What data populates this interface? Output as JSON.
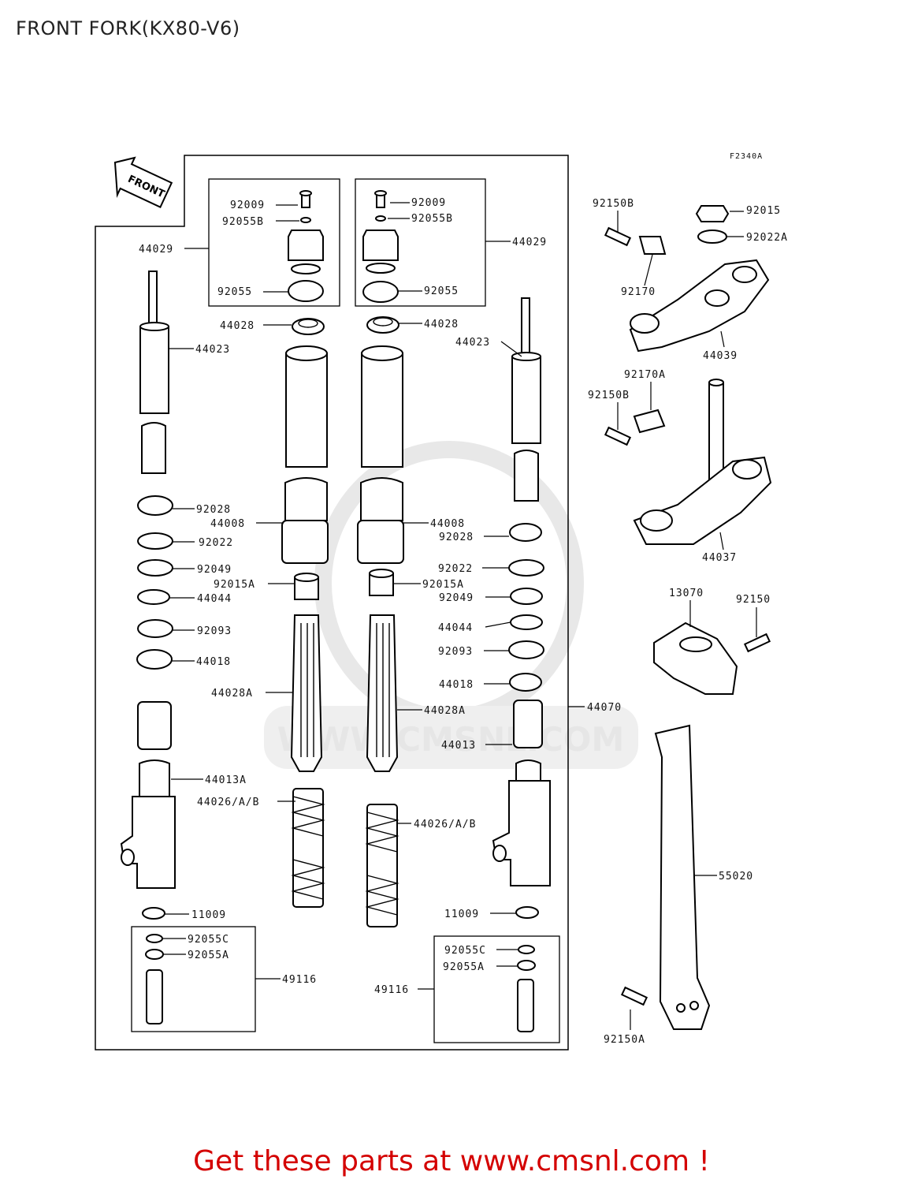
{
  "title": "FRONT FORK(KX80-V6)",
  "diagram_code": "F2340A",
  "front_arrow_label": "FRONT",
  "watermark": "WWW.CMSNL.COM",
  "footer": "Get these parts at www.cmsnl.com !",
  "labels": [
    {
      "id": "l1",
      "text": "92009"
    },
    {
      "id": "l2",
      "text": "92055B"
    },
    {
      "id": "l3",
      "text": "44029"
    },
    {
      "id": "l4",
      "text": "92055"
    },
    {
      "id": "l5",
      "text": "92009"
    },
    {
      "id": "l6",
      "text": "92055B"
    },
    {
      "id": "l7",
      "text": "44029"
    },
    {
      "id": "l8",
      "text": "92055"
    },
    {
      "id": "l9",
      "text": "44028"
    },
    {
      "id": "l10",
      "text": "44028"
    },
    {
      "id": "l11",
      "text": "44023"
    },
    {
      "id": "l12",
      "text": "44023"
    },
    {
      "id": "l13",
      "text": "92028"
    },
    {
      "id": "l14",
      "text": "44008"
    },
    {
      "id": "l15",
      "text": "44008"
    },
    {
      "id": "l16",
      "text": "92022"
    },
    {
      "id": "l17",
      "text": "92028"
    },
    {
      "id": "l18",
      "text": "92049"
    },
    {
      "id": "l19",
      "text": "92022"
    },
    {
      "id": "l20",
      "text": "92015A"
    },
    {
      "id": "l21",
      "text": "92015A"
    },
    {
      "id": "l22",
      "text": "44044"
    },
    {
      "id": "l23",
      "text": "92049"
    },
    {
      "id": "l24",
      "text": "92093"
    },
    {
      "id": "l25",
      "text": "44044"
    },
    {
      "id": "l26",
      "text": "44018"
    },
    {
      "id": "l27",
      "text": "92093"
    },
    {
      "id": "l28",
      "text": "44018"
    },
    {
      "id": "l29",
      "text": "44028A"
    },
    {
      "id": "l30",
      "text": "44028A"
    },
    {
      "id": "l31",
      "text": "44070"
    },
    {
      "id": "l32",
      "text": "44013"
    },
    {
      "id": "l33",
      "text": "44013A"
    },
    {
      "id": "l34",
      "text": "44026/A/B"
    },
    {
      "id": "l35",
      "text": "44026/A/B"
    },
    {
      "id": "l36",
      "text": "11009"
    },
    {
      "id": "l37",
      "text": "11009"
    },
    {
      "id": "l38",
      "text": "92055C"
    },
    {
      "id": "l39",
      "text": "92055A"
    },
    {
      "id": "l40",
      "text": "49116"
    },
    {
      "id": "l41",
      "text": "92055C"
    },
    {
      "id": "l42",
      "text": "92055A"
    },
    {
      "id": "l43",
      "text": "49116"
    },
    {
      "id": "l44",
      "text": "92150B"
    },
    {
      "id": "l45",
      "text": "92015"
    },
    {
      "id": "l46",
      "text": "92022A"
    },
    {
      "id": "l47",
      "text": "92170"
    },
    {
      "id": "l48",
      "text": "44039"
    },
    {
      "id": "l49",
      "text": "92170A"
    },
    {
      "id": "l50",
      "text": "92150B"
    },
    {
      "id": "l51",
      "text": "44037"
    },
    {
      "id": "l52",
      "text": "13070"
    },
    {
      "id": "l53",
      "text": "92150"
    },
    {
      "id": "l54",
      "text": "55020"
    },
    {
      "id": "l55",
      "text": "92150A"
    }
  ]
}
